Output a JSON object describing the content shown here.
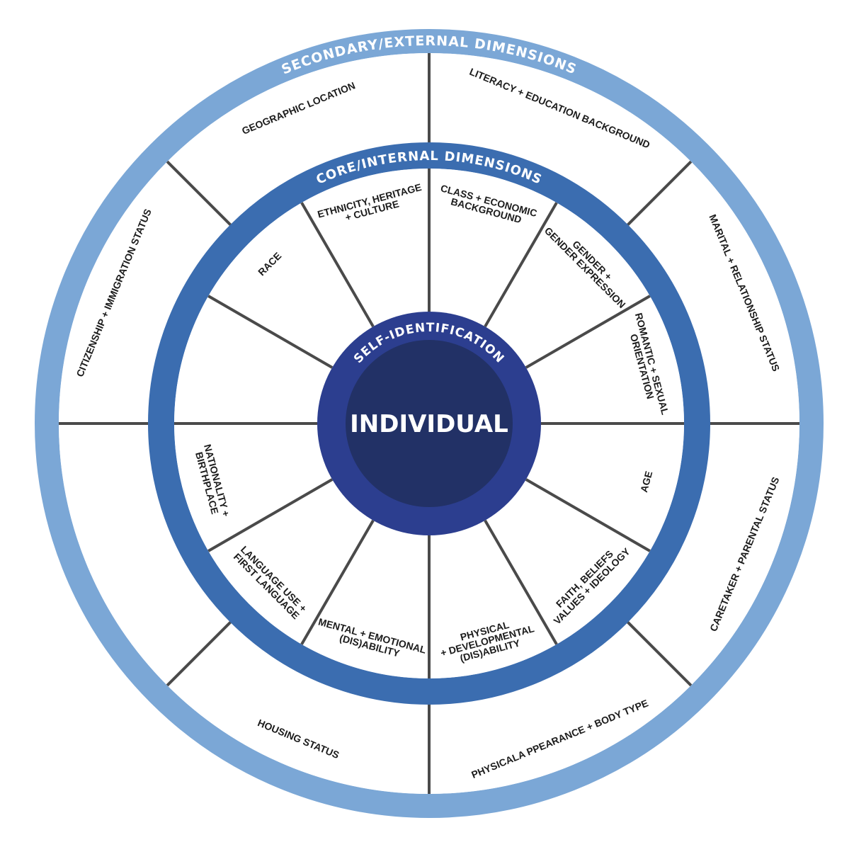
{
  "diagram": {
    "center_label": "INDIVIDUAL",
    "self_identification_label": "SELF-IDENTIFICATION",
    "core_title": "CORE/INTERNAL DIMENSIONS",
    "secondary_title": "SECONDARY/EXTERNAL DIMENSIONS",
    "core_dimensions": [
      [
        "CLASS + ECONOMIC",
        "BACKGROUND"
      ],
      [
        "GENDER +",
        "GENDER EXPRESSION"
      ],
      [
        "ROMANTIC + SEXUAL",
        "ORIENTATION"
      ],
      [
        "AGE"
      ],
      [
        "FAITH, BELIEFS",
        "VALUES + IDEOLOGY"
      ],
      [
        "PHYSICAL",
        "+ DEVELOPMENTAL",
        "(DIS)ABILITY"
      ],
      [
        "MENTAL + EMOTIONAL",
        "(DIS)ABILITY"
      ],
      [
        "LANGUAGE USE +",
        "FIRST LANGUAGE"
      ],
      [
        "NATIONALITY +",
        "BIRTHPLACE"
      ],
      [
        ""
      ],
      [
        "RACE"
      ],
      [
        "ETHNICITY, HERITAGE",
        "+ CULTURE"
      ]
    ],
    "secondary_dimensions": [
      [
        "LITERACY + EDUCATION BACKGROUND"
      ],
      [
        "MARITAL + RELATIONSHIP STATUS"
      ],
      [
        "CARETAKER + PARENTAL STATUS"
      ],
      [
        "PHYSICALA PPEARANCE + BODY TYPE"
      ],
      [
        "HOUSING STATUS"
      ],
      [
        ""
      ],
      [
        "CITIZENSHIP + IMMIGRATION STATUS"
      ],
      [
        "GEOGRAPHIC LOCATION"
      ]
    ],
    "colors": {
      "outer_ring": "#7ba7d6",
      "core_ring": "#3b6db0",
      "self_ring": "#2c3e8f",
      "center": "#223166",
      "divider": "#4a4a4a",
      "background": "#ffffff"
    }
  }
}
